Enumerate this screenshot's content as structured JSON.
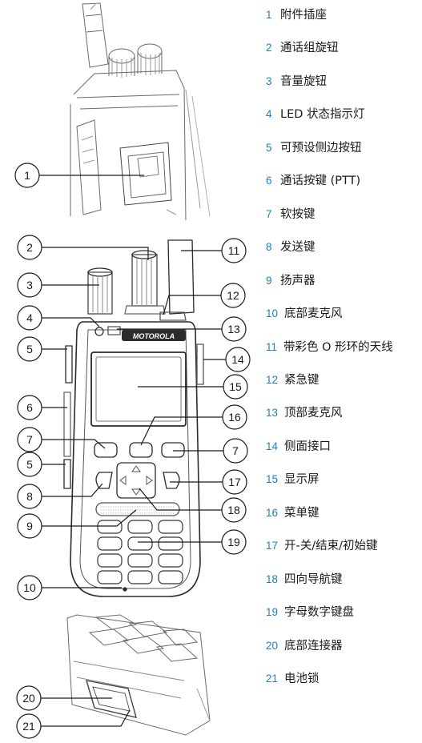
{
  "legend": {
    "items": [
      {
        "number": "1",
        "label": "附件插座"
      },
      {
        "number": "2",
        "label": "通话组旋钮"
      },
      {
        "number": "3",
        "label": "音量旋钮"
      },
      {
        "number": "4",
        "label": "LED 状态指示灯"
      },
      {
        "number": "5",
        "label": "可预设侧边按钮"
      },
      {
        "number": "6",
        "label": "通话按键 (PTT)"
      },
      {
        "number": "7",
        "label": "软按键"
      },
      {
        "number": "8",
        "label": "发送键"
      },
      {
        "number": "9",
        "label": "扬声器"
      },
      {
        "number": "10",
        "label": "底部麦克风"
      },
      {
        "number": "11",
        "label": "带彩色 O 形环的天线"
      },
      {
        "number": "12",
        "label": "紧急键"
      },
      {
        "number": "13",
        "label": "顶部麦克风"
      },
      {
        "number": "14",
        "label": "侧面接口"
      },
      {
        "number": "15",
        "label": "显示屏"
      },
      {
        "number": "16",
        "label": "菜单键"
      },
      {
        "number": "17",
        "label": "开-关/结束/初始键"
      },
      {
        "number": "18",
        "label": "四向导航键"
      },
      {
        "number": "19",
        "label": "字母数字键盘"
      },
      {
        "number": "20",
        "label": "底部连接器"
      },
      {
        "number": "21",
        "label": "电池锁"
      }
    ]
  },
  "callouts": {
    "c1": "1",
    "c2": "2",
    "c3": "3",
    "c4": "4",
    "c5a": "5",
    "c5b": "5",
    "c6": "6",
    "c7a": "7",
    "c7b": "7",
    "c8": "8",
    "c9": "9",
    "c10": "10",
    "c11": "11",
    "c12": "12",
    "c13": "13",
    "c14": "14",
    "c15": "15",
    "c16": "16",
    "c17": "17",
    "c18": "18",
    "c19": "19",
    "c20": "20",
    "c21": "21"
  },
  "device": {
    "brand_logo": "MOTOROLA"
  },
  "colors": {
    "number_accent": "#1f7fbf",
    "line_art": "#2b2b2b",
    "faint_art": "#8a8a8a"
  }
}
